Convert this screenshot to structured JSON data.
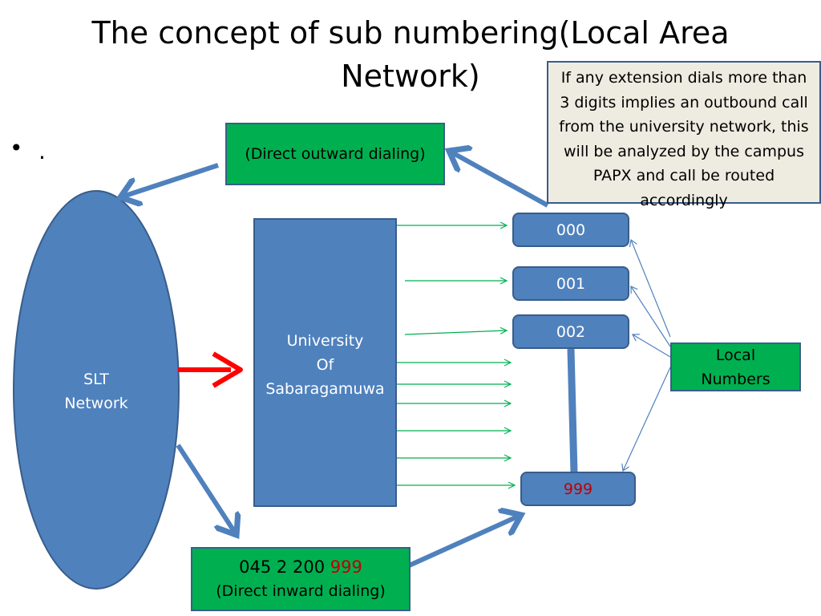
{
  "slide": {
    "title": "The concept of sub numbering(Local Area Network)",
    "bullet_marker": "•",
    "bullet_text": "."
  },
  "nodes": {
    "direct_outward": "(Direct outward dialing)",
    "note": "If any extension  dials more than 3 digits implies an outbound call from the university network, this will be analyzed by the campus PAPX and call be routed accordingly",
    "slt": {
      "line1": "SLT",
      "line2": "Network"
    },
    "university": {
      "line1": "University",
      "line2": "Of",
      "line3": "Sabaragamuwa"
    },
    "ext_000": "000",
    "ext_001": "001",
    "ext_002": "002",
    "ext_999": "999",
    "local_numbers": {
      "line1": "Local",
      "line2": "Numbers"
    },
    "direct_inward": {
      "number_prefix": "045 2 200 ",
      "number_suffix": "999",
      "label": "(Direct inward dialing)"
    }
  },
  "colors": {
    "node_blue": "#4f81bd",
    "node_green": "#00b050",
    "note_fill": "#eeece1",
    "highlight_red": "#c00000",
    "arrow_blue": "#4f81bd",
    "arrow_green": "#00b050",
    "arrow_red": "#ff0000"
  }
}
